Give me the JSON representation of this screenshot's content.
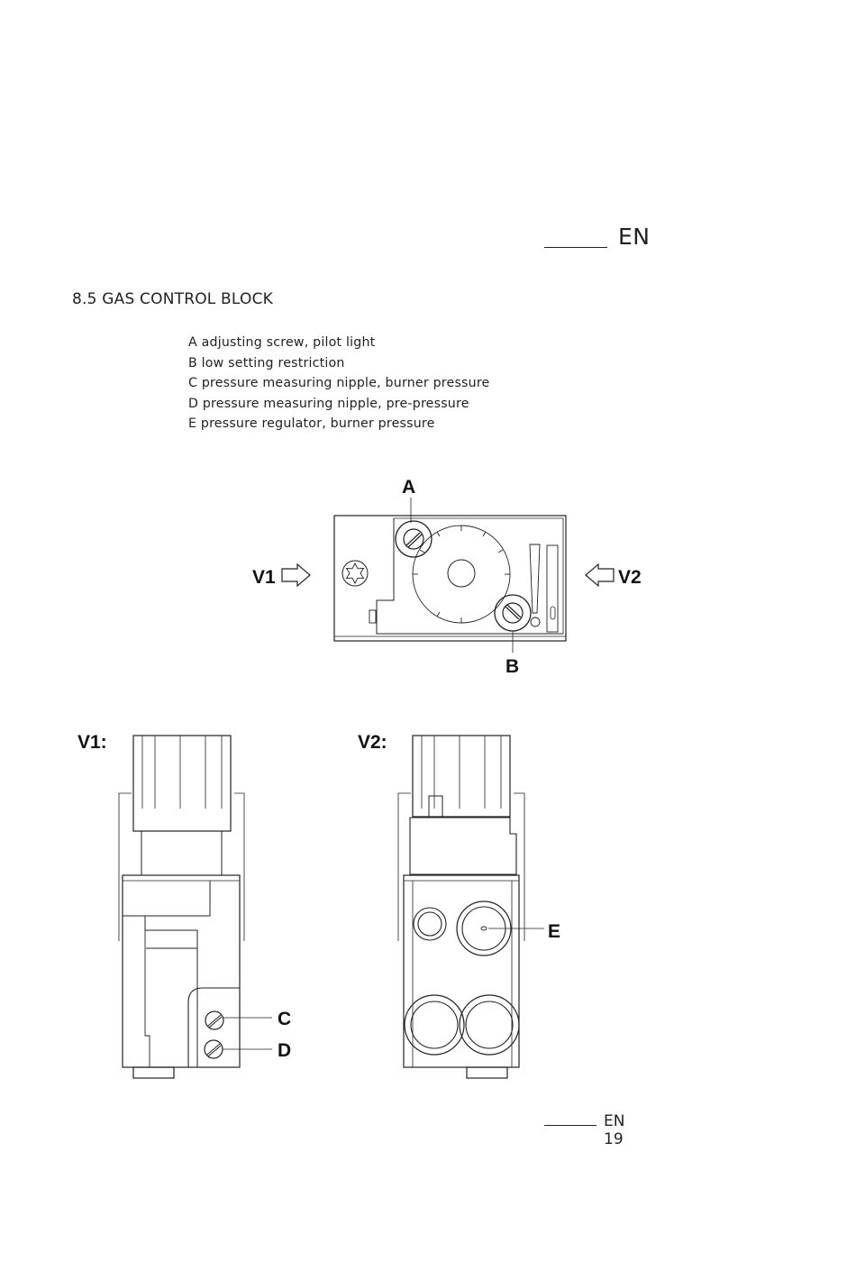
{
  "header": {
    "language_tag": "EN"
  },
  "section": {
    "title": "8.5 GAS CONTROL BLOCK"
  },
  "legend": [
    "A adjusting screw, pilot light",
    "B low setting restriction",
    "C pressure measuring nipple, burner pressure",
    "D pressure measuring nipple, pre-pressure",
    "E pressure regulator, burner pressure"
  ],
  "figure": {
    "callouts": {
      "a": "A",
      "b": "B",
      "c": "C",
      "d": "D",
      "e": "E"
    },
    "arrows": {
      "v1": "V1",
      "v2": "V2"
    },
    "views": {
      "v1": "V1:",
      "v2": "V2:"
    }
  },
  "footer": {
    "page": "EN 19"
  }
}
